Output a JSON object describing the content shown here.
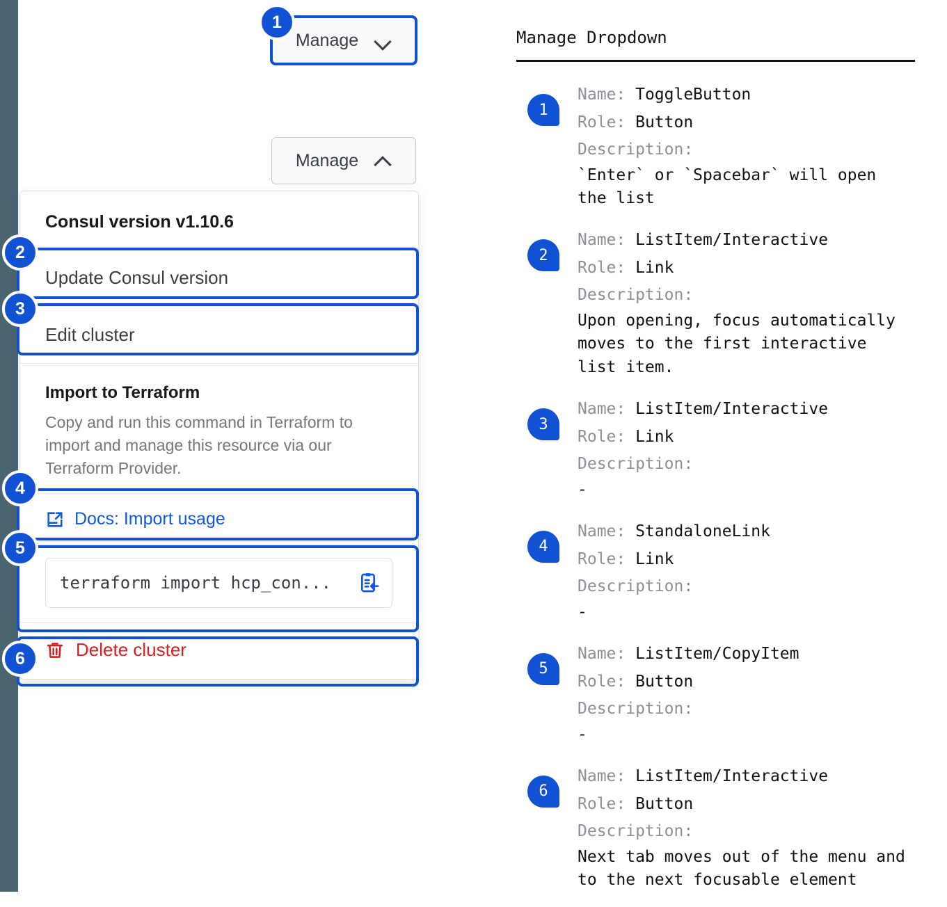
{
  "rail": {
    "color": "#4b6570"
  },
  "accent": {
    "blue": "#1152d4",
    "link": "#1257e0",
    "danger": "#d62021"
  },
  "left": {
    "manage_button_closed": {
      "label": "Manage",
      "icon": "chevron-down-icon"
    },
    "manage_button_open": {
      "label": "Manage",
      "icon": "chevron-up-icon"
    },
    "dropdown": {
      "version_heading": "Consul version v1.10.6",
      "update_item": "Update Consul version",
      "edit_item": "Edit cluster",
      "terraform_title": "Import to Terraform",
      "terraform_desc": "Copy and run this command in Terraform to import and manage this resource via our Terraform Provider.",
      "docs_link": "Docs: Import usage",
      "docs_link_icon": "external-link-docs-icon",
      "terraform_command": "terraform import hcp_con...",
      "copy_icon": "copy-to-clipboard-icon",
      "delete_item": "Delete cluster",
      "delete_icon": "trash-icon"
    },
    "markers": [
      "1",
      "2",
      "3",
      "4",
      "5",
      "6"
    ]
  },
  "legend": {
    "title": "Manage Dropdown",
    "labels": {
      "name": "Name:",
      "role": "Role:",
      "description": "Description:"
    },
    "entries": [
      {
        "num": "1",
        "name": "ToggleButton",
        "role": "Button",
        "description": "`Enter` or `Spacebar` will open\nthe list"
      },
      {
        "num": "2",
        "name": "ListItem/Interactive",
        "role": "Link",
        "description": "Upon opening, focus automatically\nmoves to the first interactive\nlist item."
      },
      {
        "num": "3",
        "name": "ListItem/Interactive",
        "role": "Link",
        "description": "-"
      },
      {
        "num": "4",
        "name": "StandaloneLink",
        "role": "Link",
        "description": "-"
      },
      {
        "num": "5",
        "name": "ListItem/CopyItem",
        "role": "Button",
        "description": "-"
      },
      {
        "num": "6",
        "name": "ListItem/Interactive",
        "role": "Button",
        "description": "Next tab moves out of the menu and\nto the next focusable element"
      }
    ]
  }
}
